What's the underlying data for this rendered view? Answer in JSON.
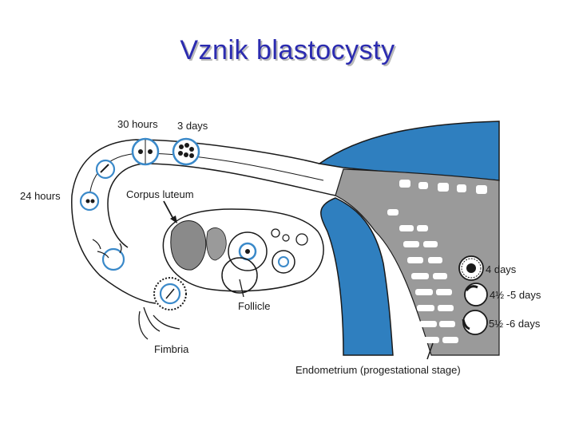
{
  "title": "Vznik blastocysty",
  "labels": {
    "hours_30": "30 hours",
    "days_3": "3 days",
    "hours_24": "24 hours",
    "corpus_luteum": "Corpus luteum",
    "follicle": "Follicle",
    "fimbria": "Fimbria",
    "days_4": "4 days",
    "days_4_5_5": "4½ -5 days",
    "days_5_5_6": "5½ -6 days",
    "endometrium": "Endometrium (progestational stage)"
  },
  "colors": {
    "title": "#2b2bb0",
    "uterine_blue": "#2f7fbf",
    "endometrium_gray": "#9a9a9a",
    "cell_ring": "#3a89c9"
  }
}
